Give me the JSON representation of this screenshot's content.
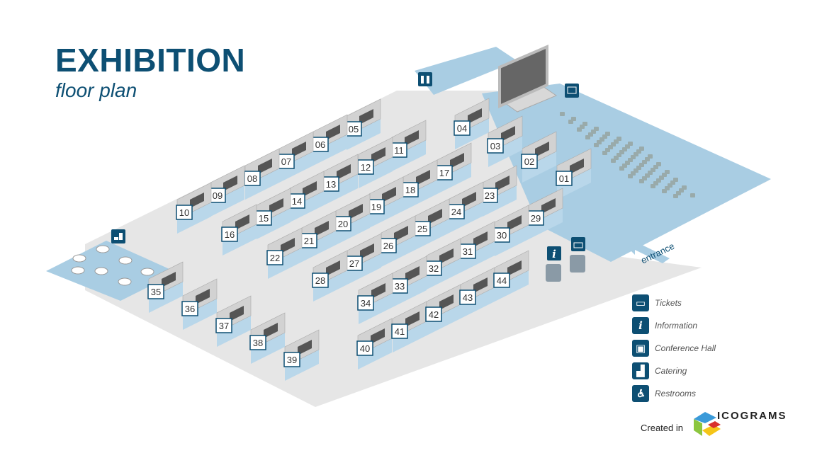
{
  "title": "EXHIBITION",
  "subtitle": "floor plan",
  "entrance_label": "entrance",
  "booths": [
    "01",
    "02",
    "03",
    "04",
    "05",
    "06",
    "07",
    "08",
    "09",
    "10",
    "11",
    "12",
    "13",
    "14",
    "15",
    "16",
    "17",
    "18",
    "19",
    "20",
    "21",
    "22",
    "23",
    "24",
    "25",
    "26",
    "27",
    "28",
    "29",
    "30",
    "31",
    "32",
    "33",
    "34",
    "35",
    "36",
    "37",
    "38",
    "39",
    "40",
    "41",
    "42",
    "43",
    "44"
  ],
  "legend": [
    {
      "icon": "ticket-icon",
      "label": "Tickets"
    },
    {
      "icon": "information-icon",
      "label": "Information"
    },
    {
      "icon": "conference-hall-icon",
      "label": "Conference Hall"
    },
    {
      "icon": "catering-icon",
      "label": "Catering"
    },
    {
      "icon": "restroom-icon",
      "label": "Restrooms"
    }
  ],
  "credit": "Created in",
  "brand": "ICOGRAMS",
  "colors": {
    "accent": "#0d4f73",
    "floor": "#e6e6e6",
    "zone": "#a9cde3"
  }
}
